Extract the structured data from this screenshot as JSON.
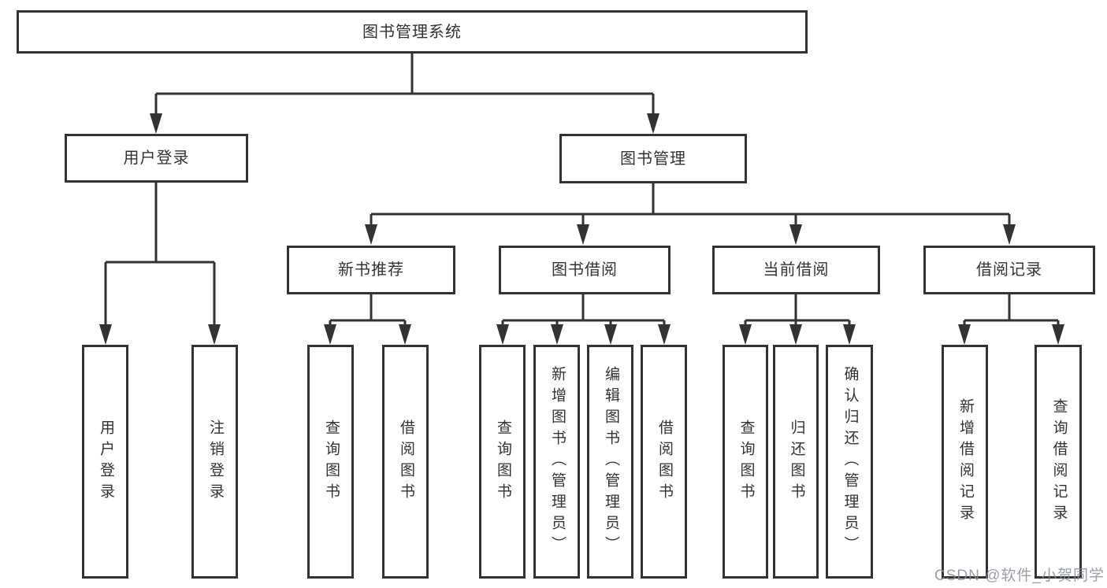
{
  "diagram": {
    "title": "图书管理系统",
    "watermark": "CSDN @软件_小贺同学",
    "colors": {
      "line": "#333333",
      "text": "#333333",
      "background": "#ffffff",
      "watermark": "#888e96"
    },
    "tree": {
      "root": {
        "label": "图书管理系统",
        "children": [
          {
            "label": "用户登录",
            "children": [
              {
                "label": "用户登录"
              },
              {
                "label": "注销登录"
              }
            ]
          },
          {
            "label": "图书管理",
            "children": [
              {
                "label": "新书推荐",
                "children": [
                  {
                    "label": "查询图书"
                  },
                  {
                    "label": "借阅图书"
                  }
                ]
              },
              {
                "label": "图书借阅",
                "children": [
                  {
                    "label": "查询图书"
                  },
                  {
                    "label": "新增图书（管理员）"
                  },
                  {
                    "label": "编辑图书（管理员）"
                  },
                  {
                    "label": "借阅图书"
                  }
                ]
              },
              {
                "label": "当前借阅",
                "children": [
                  {
                    "label": "查询图书"
                  },
                  {
                    "label": "归还图书"
                  },
                  {
                    "label": "确认归还（管理员）"
                  }
                ]
              },
              {
                "label": "借阅记录",
                "children": [
                  {
                    "label": "新增借阅记录"
                  },
                  {
                    "label": "查询借阅记录"
                  }
                ]
              }
            ]
          }
        ]
      }
    }
  }
}
